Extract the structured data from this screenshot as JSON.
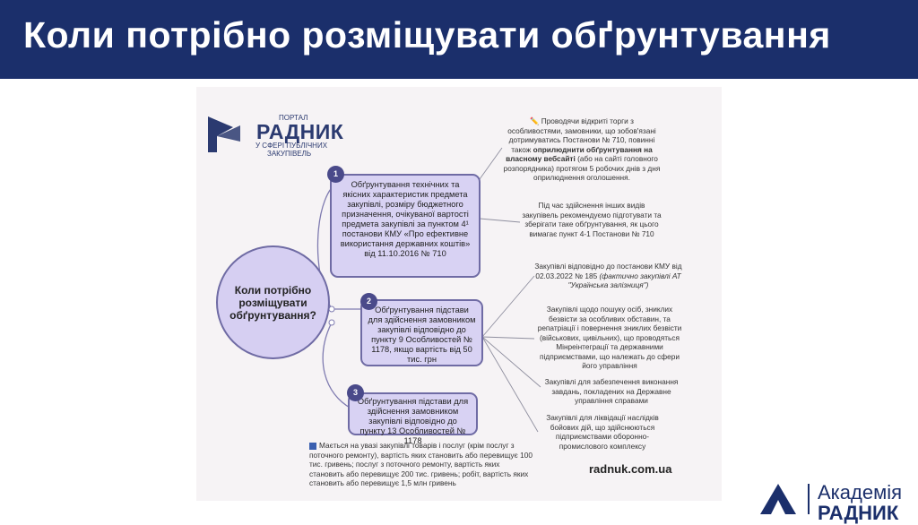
{
  "slide": {
    "title": "Коли потрібно розміщувати обґрунтування"
  },
  "logo": {
    "portal": "ПОРТАЛ",
    "name": "РАДНИК",
    "sub1": "У СФЕРІ ПУБЛІЧНИХ",
    "sub2": "ЗАКУПІВЕЛЬ"
  },
  "center": {
    "label": "Коли потрібно розміщувати обґрунтування?"
  },
  "branches": [
    {
      "number": "1",
      "text": "Обґрунтування технічних та якісних характеристик предмета закупівлі, розміру бюджетного призначення, очікуваної вартості предмета закупівлі за пунктом 4¹ постанови КМУ «Про ефективне використання державних коштів» від 11.10.2016 № 710"
    },
    {
      "number": "2",
      "text": "Обґрунтування підстави для здійснення замовником закупівлі відповідно до пункту 9 Особливостей № 1178, якщо вартість від 50 тис. грн"
    },
    {
      "number": "3",
      "text": "Обґрунтування підстави для здійснення замовником закупівлі відповідно до пункту 13 Особливостей № 1178"
    }
  ],
  "notes": {
    "n1_a": "✏️ Проводячи відкриті торги з особливостями, замовники, що зобов'язані дотримуватись Постанови № 710, повинні також",
    "n1_b": "оприлюднити обґрунтування на власному вебсайті",
    "n1_c": "(або на сайті головного розпорядника) протягом 5 робочих днів з дня оприлюднення оголошення.",
    "n2": "Під час здійснення інших видів закупівель рекомендуємо підготувати та зберігати таке обґрунтування, як цього вимагає пункт 4-1 Постанови № 710",
    "n3_a": "Закупівлі відповідно до постанови КМУ від 02.03.2022 № 185",
    "n3_b": "(фактично закупівлі АТ \"Українська залізниця\")",
    "n4": "Закупівлі щодо пошуку осіб, зниклих безвісти за особливих обставин, та репатріації і повернення зниклих безвісти (військових, цивільних), що проводяться Мінреінтеграції та державними підприємствами, що належать до сфери його управління",
    "n5": "Закупівлі для забезпечення виконання завдань, покладених на Державне управління справами",
    "n6": "Закупівлі для ліквідації наслідків бойових дій, що здійснюються підприємствами оборонно-промислового комплексу"
  },
  "footnote": "Мається на увазі закупівлі товарів і послуг (крім послуг з поточного ремонту), вартість яких становить або перевищує 100 тис. гривень; послуг з поточного ремонту, вартість яких становить або перевищує 200 тис. гривень; робіт, вартість яких становить або перевищує 1,5 млн гривень",
  "site": "radnuk.com.ua",
  "academy": {
    "name": "Академія",
    "brand": "РАДНИК"
  },
  "colors": {
    "header_bg": "#1b2f6b",
    "box_fill": "#d8d2f3",
    "box_border": "#6f6ba4",
    "poster_bg": "#f6f3f5"
  }
}
